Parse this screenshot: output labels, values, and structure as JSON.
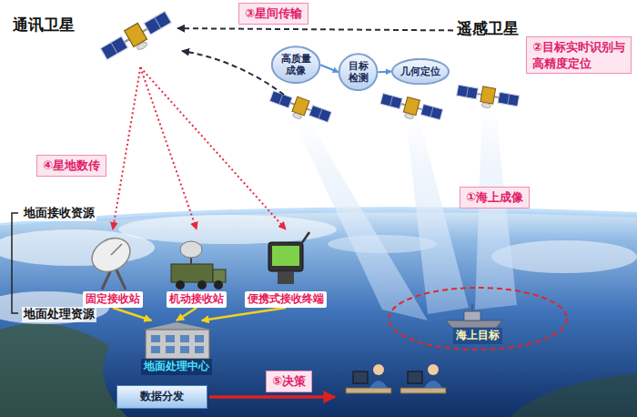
{
  "diagram": {
    "nodes": [
      {
        "text": [
          "通讯卫星"
        ]
      },
      {
        "text": [
          "③星间传输"
        ]
      },
      {
        "text": [
          "遥感卫星"
        ]
      },
      {
        "text": [
          "②目标实时识别与高精度定位"
        ]
      },
      {
        "text": [
          "高质量成像"
        ]
      },
      {
        "text": [
          "目标检测"
        ]
      },
      {
        "text": [
          "几何定位"
        ]
      },
      {
        "text": [
          "④星地数传"
        ]
      },
      {
        "text": [
          "①海上成像"
        ]
      },
      {
        "text": [
          "固定接收站"
        ]
      },
      {
        "text": [
          "机动接收站"
        ]
      },
      {
        "text": [
          "便携式接收终端"
        ]
      },
      {
        "text": [
          "海上目标"
        ]
      },
      {
        "text": [
          "地面处理中心"
        ]
      },
      {
        "text": [
          "数据分发"
        ]
      },
      {
        "text": [
          "⑤决策"
        ]
      }
    ],
    "edges": [
      {
        "from": 2,
        "to": 0,
        "arrow": "to"
      },
      {
        "from": 4,
        "to": 5,
        "arrow": "to"
      },
      {
        "from": 5,
        "to": 6,
        "arrow": "to"
      },
      {
        "from": 0,
        "to": 9,
        "arrow": "to"
      },
      {
        "from": 0,
        "to": 10,
        "arrow": "to"
      },
      {
        "from": 0,
        "to": 11,
        "arrow": "to"
      },
      {
        "from": 9,
        "to": 13,
        "arrow": "to"
      },
      {
        "from": 10,
        "to": 13,
        "arrow": "to"
      },
      {
        "from": 11,
        "to": 13,
        "arrow": "to"
      }
    ],
    "labels": [
      "地面接收资源",
      "地面处理资源"
    ]
  }
}
